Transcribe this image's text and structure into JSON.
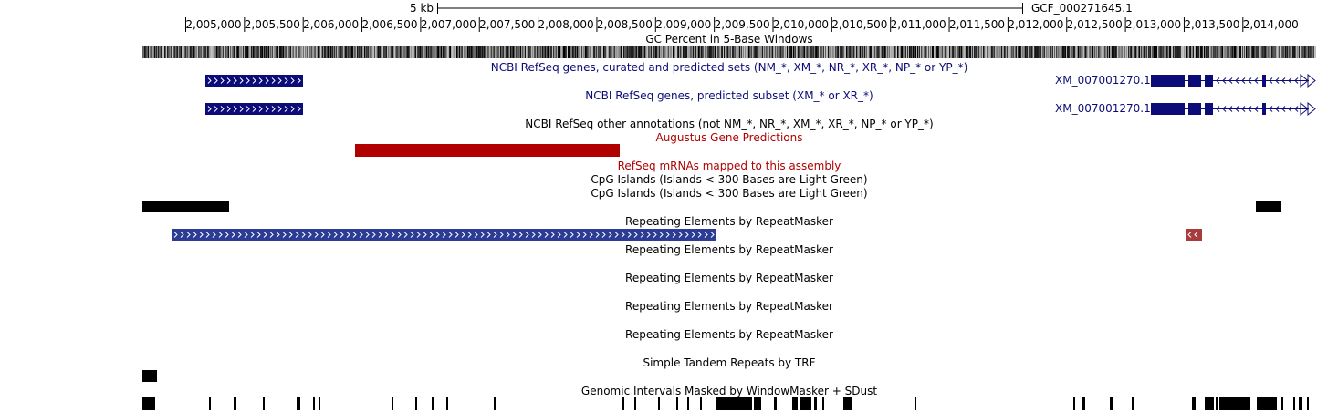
{
  "scale": {
    "label": "5 kb",
    "assembly": "GCF_000271645.1"
  },
  "ruler": {
    "ticks": [
      "2,005,000",
      "2,005,500",
      "2,006,000",
      "2,006,500",
      "2,007,000",
      "2,007,500",
      "2,008,000",
      "2,008,500",
      "2,009,000",
      "2,009,500",
      "2,010,000",
      "2,010,500",
      "2,011,000",
      "2,011,500",
      "2,012,000",
      "2,012,500",
      "2,013,000",
      "2,013,500",
      "2,014,000"
    ]
  },
  "tracks": {
    "gc_percent": "GC Percent in 5-Base Windows",
    "refseq_all": "NCBI RefSeq genes, curated and predicted sets (NM_*, XM_*, NR_*, XR_*, NP_* or YP_*)",
    "refseq_predicted": "NCBI RefSeq genes, predicted subset (XM_* or XR_*)",
    "refseq_other": "NCBI RefSeq other annotations (not NM_*, NR_*, XM_*, XR_*, NP_* or YP_*)",
    "augustus": "Augustus Gene Predictions",
    "refseq_mrna": "RefSeq mRNAs mapped to this assembly",
    "cpg_1": "CpG Islands (Islands < 300 Bases are Light Green)",
    "cpg_2": "CpG Islands (Islands < 300 Bases are Light Green)",
    "rmsk_1": "Repeating Elements by RepeatMasker",
    "rmsk_2": "Repeating Elements by RepeatMasker",
    "rmsk_3": "Repeating Elements by RepeatMasker",
    "rmsk_4": "Repeating Elements by RepeatMasker",
    "rmsk_5": "Repeating Elements by RepeatMasker",
    "simple_repeats": "Simple Tandem Repeats by TRF",
    "windowmasker": "Genomic Intervals Masked by WindowMasker + SDust"
  },
  "genes": {
    "refseq_all_right": "XM_007001270.1",
    "refseq_predicted_right": "XM_007001270.1"
  },
  "colors": {
    "refseq_navy": "#0c0c78",
    "augustus_red": "#b00000",
    "rmsk_blue": "#2c3c94",
    "rmsk_brown": "#a83c3c",
    "black": "#000000"
  }
}
